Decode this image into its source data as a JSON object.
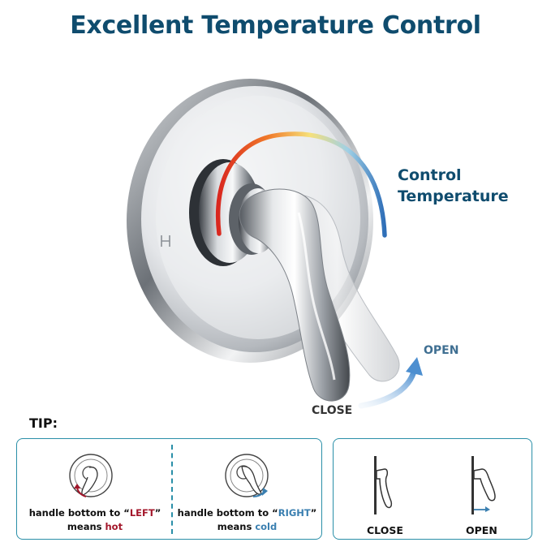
{
  "header": {
    "title": "Excellent Temperature Control"
  },
  "callout": {
    "line1": "Control",
    "line2": "Temperature"
  },
  "direction": {
    "open": "OPEN",
    "close": "CLOSE"
  },
  "tip": {
    "label": "TIP:",
    "left": {
      "prefix": "handle bottom to ",
      "quote_open": "“",
      "dir": "LEFT",
      "quote_close": "”",
      "means": "means ",
      "value": "hot"
    },
    "right": {
      "prefix": "handle bottom to ",
      "quote_open": "“",
      "dir": "RIGHT",
      "quote_close": "”",
      "means": "means ",
      "value": "cold"
    },
    "close_label": "CLOSE",
    "open_label": "OPEN"
  },
  "colors": {
    "title": "#0f4c6e",
    "hot": "#a3162a",
    "cold": "#3a7fb0",
    "panel_border": "#2a8fa8",
    "arrow_blue": "#4d8fd0"
  },
  "icons": [
    "hot-cold-arc-icon",
    "open-arrow-icon",
    "shower-valve-icon"
  ]
}
